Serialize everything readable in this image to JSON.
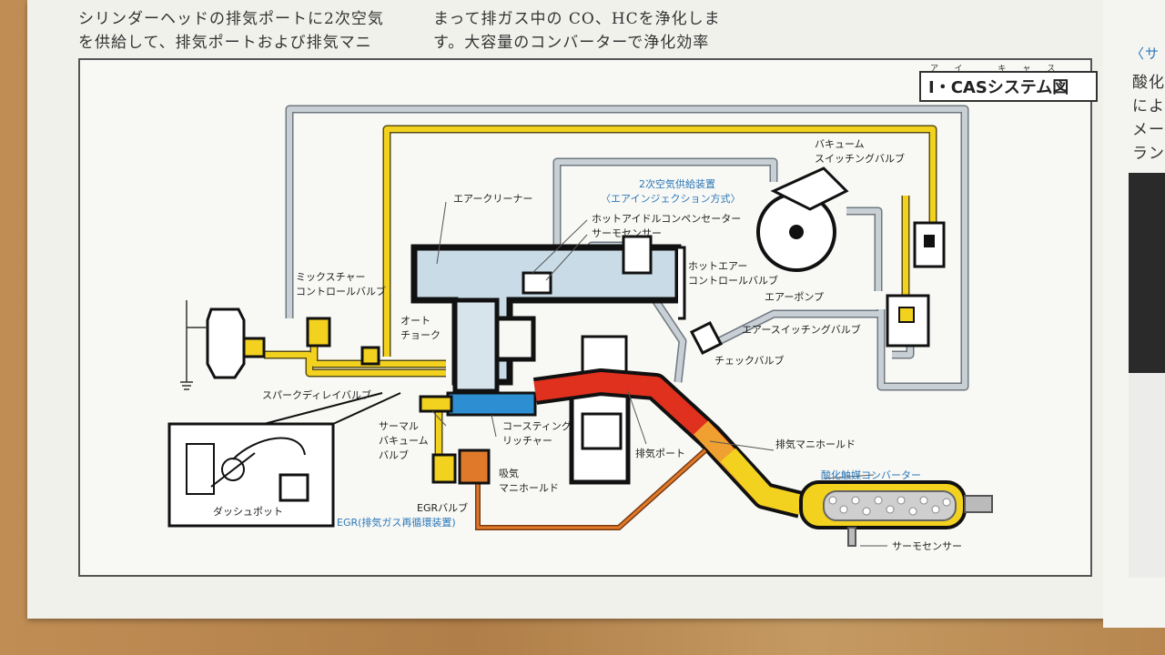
{
  "header_text": {
    "line1_left": "シリンダーヘッドの排気ポートに2次空気",
    "line2_left": "を供給して、排気ポートおよび排気マニ",
    "line1_right": "まって排ガス中の CO、HCを浄化しま",
    "line2_right": "す。大容量のコンバーターで浄化効率"
  },
  "side_text": {
    "line0": "〈サ",
    "line1": "酸化",
    "line2": "によ",
    "line3": "メー",
    "line4": "ラン"
  },
  "diagram": {
    "title": "I・CASシステム図",
    "title_ruby": "アイ キャス",
    "labels": {
      "air_cleaner": "エアークリーナー",
      "secondary_air_1": "2次空気供給装置",
      "secondary_air_2": "〈エアインジェクション方式〉",
      "hot_idle_comp": "ホットアイドルコンペンセーター",
      "thermo_sensor_top": "サーモセンサー",
      "hot_air_ctrl_1": "ホットエアー",
      "hot_air_ctrl_2": "コントロールバルブ",
      "vacuum_sw_1": "バキューム",
      "vacuum_sw_2": "スイッチングバルブ",
      "air_pump": "エアーポンプ",
      "air_sw_valve": "エアースイッチングバルブ",
      "check_valve": "チェックバルブ",
      "mixture_ctrl_1": "ミックスチャー",
      "mixture_ctrl_2": "コントロールバルブ",
      "auto_choke_1": "オート",
      "auto_choke_2": "チョーク",
      "spark_delay": "スパークディレイバルブ",
      "thermal_vac_1": "サーマル",
      "thermal_vac_2": "バキューム",
      "thermal_vac_3": "バルブ",
      "coasting_1": "コースティング",
      "coasting_2": "リッチャー",
      "intake_1": "吸気",
      "intake_2": "マニホールド",
      "exhaust_port": "排気ポート",
      "exhaust_manifold": "排気マニホールド",
      "converter": "酸化触媒コンバーター",
      "thermo_sensor_bottom": "サーモセンサー",
      "egr_valve": "EGRバルブ",
      "egr_desc": "EGR(排気ガス再循環装置)",
      "dashpot": "ダッシュポット"
    }
  },
  "colors": {
    "yellow_pipe": "#f2d21e",
    "gray_pipe": "#c8d0d6",
    "red_exhaust": "#e0301e",
    "orange_egr": "#e07a2a",
    "blue_label": "#2b78b8",
    "cleaner_fill": "#c9dbe6"
  }
}
